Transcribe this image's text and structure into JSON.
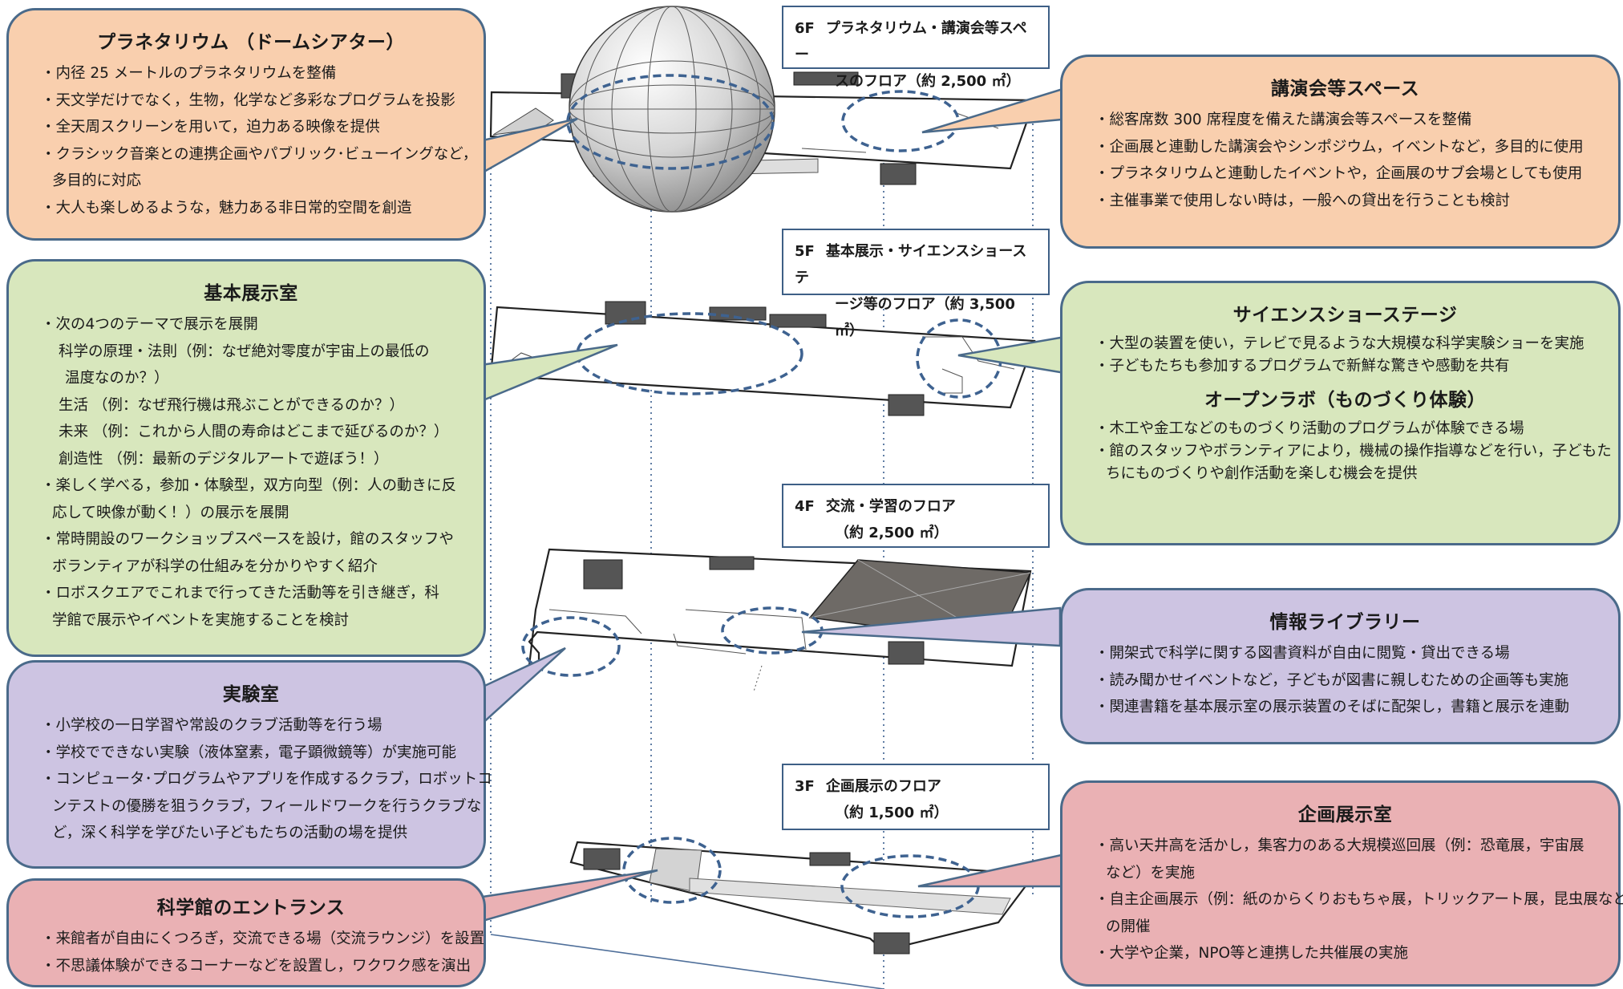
{
  "floors": {
    "f6": {
      "floor": "6F",
      "title_1": "プラネタリウム・講演会等スペー",
      "title_2": "スのフロア（約 2,500 ㎡）"
    },
    "f5": {
      "floor": "5F",
      "title_1": "基本展示・サイエンスショーステ",
      "title_2": "ージ等のフロア（約 3,500 ㎡）"
    },
    "f4": {
      "floor": "4F",
      "title_1": "交流・学習のフロア",
      "title_2": "（約 2,500 ㎡）"
    },
    "f3": {
      "floor": "3F",
      "title_1": "企画展示のフロア",
      "title_2": "（約 1,500 ㎡）"
    }
  },
  "callouts": {
    "planetarium": {
      "title": "プラネタリウム （ドームシアター）",
      "items": [
        "・内径 25 メートルのプラネタリウムを整備",
        "・天文学だけでなく，生物，化学など多彩なプログラムを投影",
        "・全天周スクリーンを用いて，迫力ある映像を提供",
        "・クラシック音楽との連携企画やパブリック･ビューイングなど，",
        "多目的に対応",
        "・大人も楽しめるような，魅力ある非日常的空間を創造"
      ]
    },
    "lecture": {
      "title": "講演会等スペース",
      "items": [
        "・総客席数 300 席程度を備えた講演会等スペースを整備",
        "・企画展と連動した講演会やシンポジウム，イベントなど，多目的に使用",
        "・プラネタリウムと連動したイベントや，企画展のサブ会場としても使用",
        "・主催事業で使用しない時は，一般への貸出を行うことも検討"
      ]
    },
    "basic_exhibit": {
      "title": "基本展示室",
      "items": [
        "・次の4つのテーマで展示を展開",
        "科学の原理・法則（例：なぜ絶対零度が宇宙上の最低の",
        "温度なのか？）",
        "生活 （例：なぜ飛行機は飛ぶことができるのか？）",
        "未来 （例：これから人間の寿命はどこまで延びるのか？）",
        "創造性 （例：最新のデジタルアートで遊ぼう！）",
        "・楽しく学べる，参加・体験型，双方向型（例：人の動きに反",
        "応して映像が動く！）の展示を展開",
        "・常時開設のワークショップスペースを設け，館のスタッフや",
        "ボランティアが科学の仕組みを分かりやすく紹介",
        "・ロボスクエアでこれまで行ってきた活動等を引き継ぎ，科",
        "学館で展示やイベントを実施することを検討"
      ]
    },
    "science_show": {
      "title": "サイエンスショーステージ",
      "items": [
        "・大型の装置を使い，テレビで見るような大規模な科学実験ショーを実施",
        "・子どもたちも参加するプログラムで新鮮な驚きや感動を共有"
      ],
      "title2": "オープンラボ（ものづくり体験）",
      "items2": [
        "・木工や金工などのものづくり活動のプログラムが体験できる場",
        "・館のスタッフやボランティアにより，機械の操作指導などを行い，子どもた",
        "ちにものづくりや創作活動を楽しむ機会を提供"
      ]
    },
    "library": {
      "title": "情報ライブラリー",
      "items": [
        "・開架式で科学に関する図書資料が自由に閲覧・貸出できる場",
        "・読み聞かせイベントなど，子どもが図書に親しむための企画等も実施",
        "・関連書籍を基本展示室の展示装置のそばに配架し，書籍と展示を連動"
      ]
    },
    "lab": {
      "title": "実験室",
      "items": [
        "・小学校の一日学習や常設のクラブ活動等を行う場",
        "・学校でできない実験（液体窒素，電子顕微鏡等）が実施可能",
        "・コンピュータ･プログラムやアプリを作成するクラブ，ロボットコ",
        "ンテストの優勝を狙うクラブ，フィールドワークを行うクラブな",
        "ど，深く科学を学びたい子どもたちの活動の場を提供"
      ]
    },
    "special_exhibit": {
      "title": "企画展示室",
      "items": [
        "・高い天井高を活かし，集客力のある大規模巡回展（例：恐竜展，宇宙展",
        "など）を実施",
        "・自主企画展示（例：紙のからくりおもちゃ展，トリックアート展，昆虫展など）",
        "の開催",
        "・大学や企業，NPO等と連携した共催展の実施"
      ]
    },
    "entrance": {
      "title": "科学館のエントランス",
      "items": [
        "・来館者が自由にくつろぎ，交流できる場（交流ラウンジ）を設置",
        "・不思議体験ができるコーナーなどを設置し，ワクワク感を演出"
      ]
    }
  },
  "colors": {
    "orange": "#f9cfae",
    "green": "#d8e7bd",
    "purple": "#cdc4e2",
    "red": "#eab1b4",
    "border": "#4a6a8a",
    "dashed": "#3e6290"
  }
}
